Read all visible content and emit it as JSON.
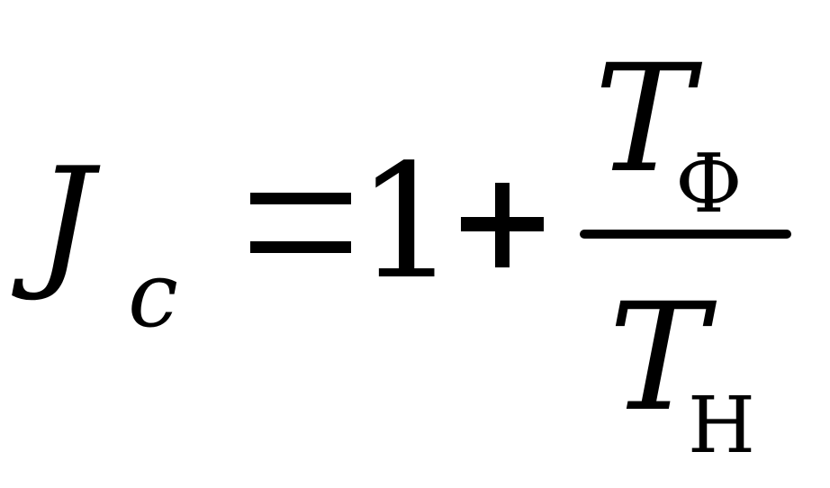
{
  "formula": {
    "lhs_symbol": "J",
    "lhs_subscript": "c",
    "equals": "=",
    "one": "1",
    "plus": "+",
    "numerator_symbol": "T",
    "numerator_subscript": "Ф",
    "denominator_symbol": "T",
    "denominator_subscript": "Н"
  }
}
